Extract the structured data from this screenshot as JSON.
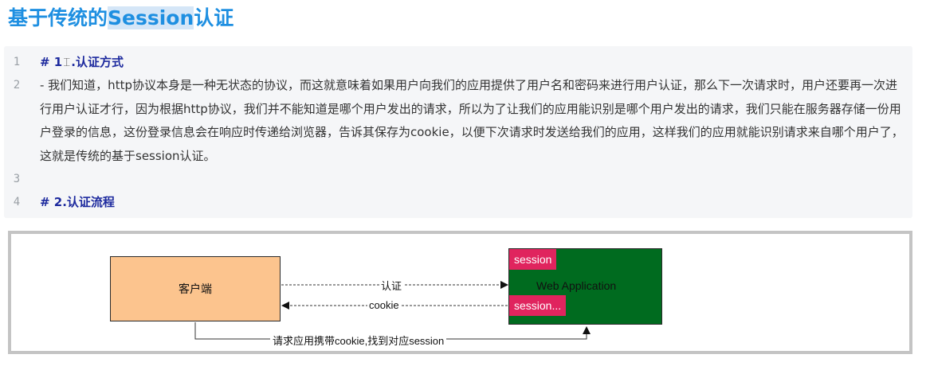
{
  "heading": {
    "before": "基于传统的",
    "highlight": "Session",
    "after": "认证"
  },
  "code_lines": [
    {
      "num": "1",
      "text_a": "# 1",
      "text_b": ".认证方式"
    },
    {
      "num": "2",
      "text": "- 我们知道，http协议本身是一种无状态的协议，而这就意味着如果用户向我们的应用提供了用户名和密码来进行用户认证，那么下一次请求时，用户还要再一次进行用户认证才行，因为根据http协议，我们并不能知道是哪个用户发出的请求，所以为了让我们的应用能识别是哪个用户发出的请求，我们只能在服务器存储一份用户登录的信息，这份登录信息会在响应时传递给浏览器，告诉其保存为cookie，以便下次请求时发送给我们的应用，这样我们的应用就能识别请求来自哪个用户了，这就是传统的基于session认证。"
    },
    {
      "num": "3",
      "text": ""
    },
    {
      "num": "4",
      "text": "# 2.认证流程"
    }
  ],
  "diagram": {
    "client_label": "客户端",
    "webapp_label": "Web Application",
    "session_top": "session",
    "session_bottom": "session...",
    "arrow_auth": "认证",
    "arrow_cookie": "cookie",
    "arrow_bottom": "请求应用携带cookie,找到对应session",
    "colors": {
      "client_fill": "#fcc48e",
      "webapp_fill": "#006b1f",
      "session_fill": "#e0245e"
    }
  }
}
